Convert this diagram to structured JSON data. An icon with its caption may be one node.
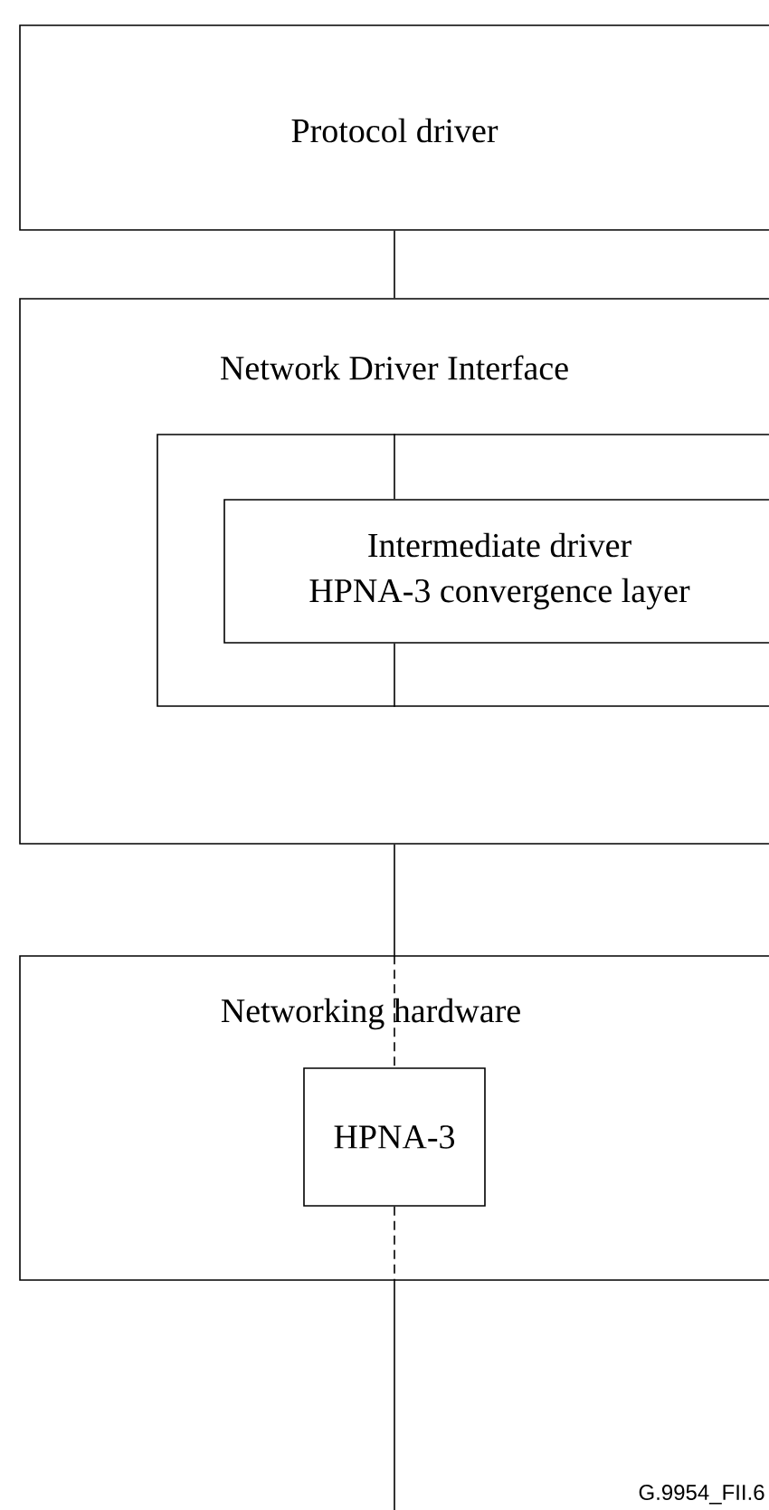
{
  "diagram": {
    "nodes": [
      {
        "text": [
          "Protocol driver"
        ]
      },
      {
        "text": [
          "Network Driver Interface"
        ]
      },
      {
        "text": [],
        "shape": "box",
        "in": 1
      },
      {
        "text": [
          "Intermediate driver",
          "HPNA-3 convergence layer"
        ],
        "in": 2
      },
      {
        "text": [
          "Networking hardware"
        ]
      },
      {
        "text": [
          "HPNA-3"
        ],
        "in": 4
      }
    ],
    "edges": [
      {
        "from": 0,
        "to": 1,
        "arrow": "none"
      },
      {
        "from": 2,
        "to": 3,
        "arrow": "none"
      },
      {
        "from": 3,
        "to": 2,
        "arrow": "none"
      },
      {
        "from": 1,
        "to": 4,
        "arrow": "none"
      },
      {
        "from": 4,
        "to": 5,
        "arrow": "none",
        "style": "dashed"
      },
      {
        "from": 5,
        "to": 4,
        "arrow": "none",
        "style": "dashed"
      },
      {
        "from": 4,
        "to": null,
        "arrow": "none"
      }
    ],
    "labels": [
      "G.9954_FII.6"
    ]
  }
}
